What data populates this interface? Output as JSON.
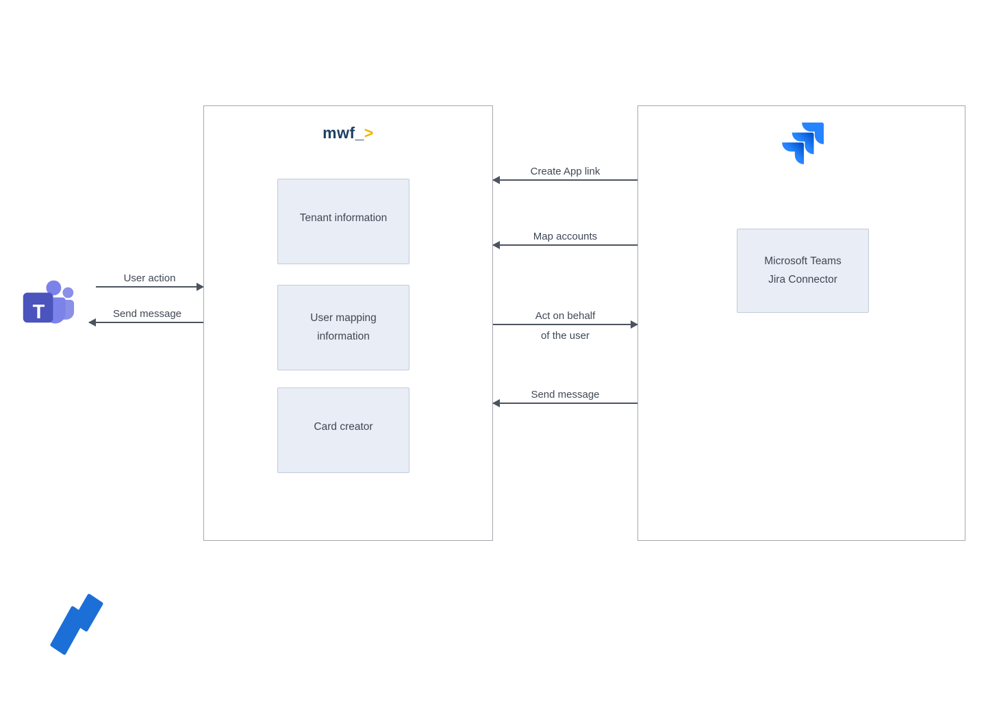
{
  "colors": {
    "arrow": "#4b535e",
    "big_box_border": "#a3a7ad",
    "inner_box_bg": "#e9edf5",
    "inner_box_border": "#c2cbdb",
    "mwf_navy": "#1d3f66",
    "mwf_gold": "#f0b400",
    "jira_blue_bright": "#2684FF",
    "jira_blue_deep": "#0052CC",
    "jira_mark_blue": "#1B6FD6",
    "teams_purple_dark": "#4B53BC",
    "teams_purple_light": "#7B83EB"
  },
  "icons": {
    "teams": "microsoft-teams-icon",
    "jira_top": "jira-icon",
    "jira_bottom": "jira-mark-icon"
  },
  "teams_icon": {
    "letter": "T"
  },
  "left_arrows": [
    {
      "label": "User action",
      "direction": "right"
    },
    {
      "label": "Send message",
      "direction": "left"
    }
  ],
  "mwf": {
    "logo_text": "mwf_",
    "logo_accent": ">",
    "boxes": [
      {
        "lines": [
          "Tenant information"
        ]
      },
      {
        "lines": [
          "User mapping",
          "information"
        ]
      },
      {
        "lines": [
          "Card creator"
        ]
      }
    ]
  },
  "middle_arrows": [
    {
      "lines": [
        "Create App link"
      ],
      "direction": "left"
    },
    {
      "lines": [
        "Map accounts"
      ],
      "direction": "left"
    },
    {
      "lines": [
        "Act on behalf",
        "of the user"
      ],
      "direction": "right"
    },
    {
      "lines": [
        "Send message"
      ],
      "direction": "left"
    }
  ],
  "jira": {
    "connector_lines": [
      "Microsoft Teams",
      "Jira Connector"
    ]
  }
}
